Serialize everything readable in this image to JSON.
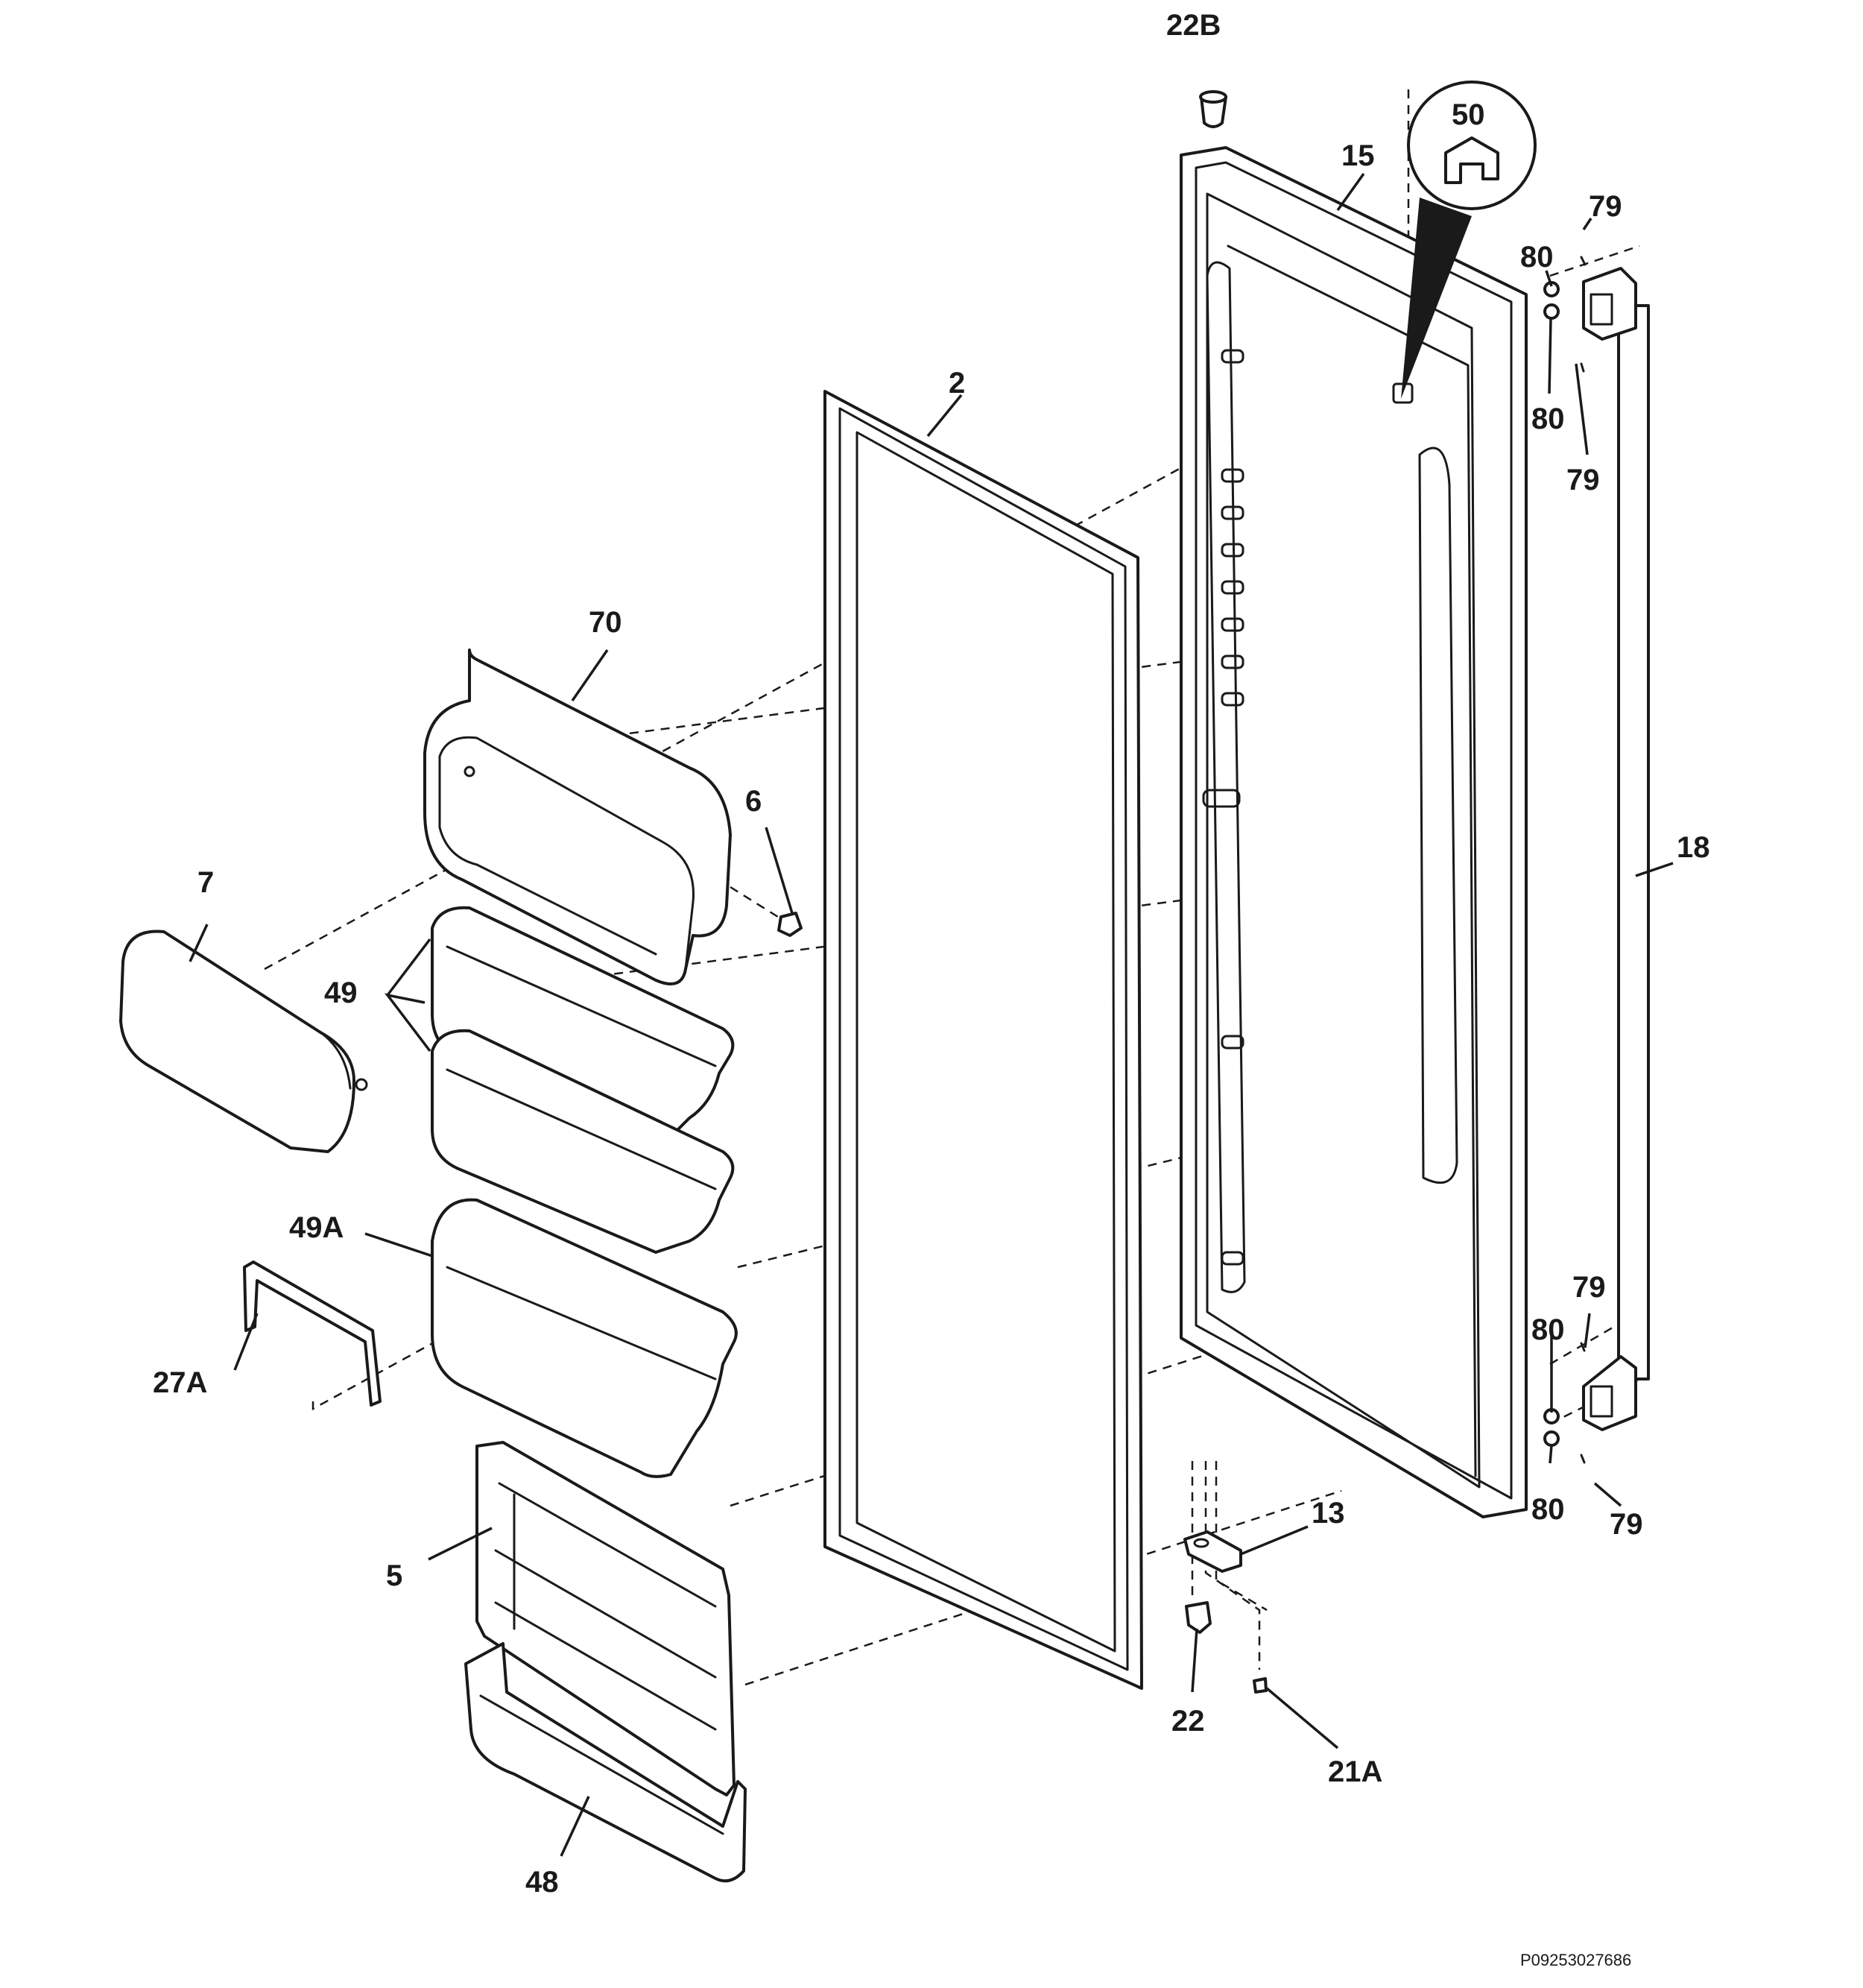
{
  "diagram": {
    "document_code": "P09253027686",
    "labels": {
      "p22B": "22B",
      "p50": "50",
      "p15": "15",
      "p79a": "79",
      "p80a": "80",
      "p80b": "80",
      "p79b": "79",
      "p2": "2",
      "p70": "70",
      "p6": "6",
      "p7": "7",
      "p49": "49",
      "p18": "18",
      "p49A": "49A",
      "p27A": "27A",
      "p79c": "79",
      "p80c": "80",
      "p80d": "80",
      "p79d": "79",
      "p13": "13",
      "p5": "5",
      "p22": "22",
      "p21A": "21A",
      "p48": "48"
    }
  }
}
